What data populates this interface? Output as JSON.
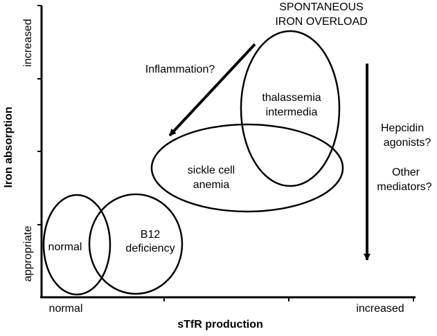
{
  "axes": {
    "x_title": "sTfR production",
    "y_title": "Iron absorption",
    "x_ticks": {
      "low": "normal",
      "high": "increased"
    },
    "y_ticks": {
      "low": "appropriate",
      "high": "increased"
    }
  },
  "regions": {
    "normal": "normal",
    "b12": [
      "B12",
      "deficiency"
    ],
    "sickle": [
      "sickle cell",
      "anemia"
    ],
    "thal": [
      "thalassemia",
      "intermedia"
    ]
  },
  "annotations": {
    "spontaneous": [
      "SPONTANEOUS",
      "IRON OVERLOAD"
    ],
    "inflammation": "Inflammation?",
    "hepcidin": [
      "Hepcidin",
      "agonists?"
    ],
    "mediators": [
      "Other",
      "mediators?"
    ]
  },
  "colors": {
    "ink": "#000000",
    "background": "#ffffff"
  }
}
